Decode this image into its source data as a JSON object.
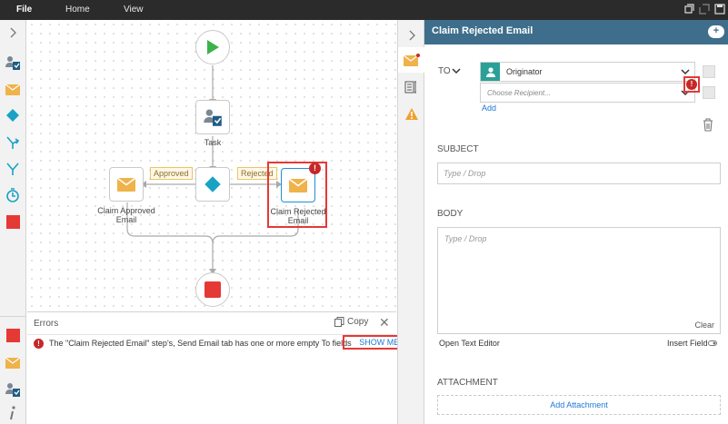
{
  "menu": {
    "file": "File",
    "home": "Home",
    "view": "View"
  },
  "canvas": {
    "nodes": {
      "task_label": "Task",
      "approved_email_label": "Claim Approved Email",
      "rejected_email_label": "Claim Rejected Email"
    },
    "paths": {
      "approved": "Approved",
      "rejected": "Rejected"
    }
  },
  "errors": {
    "title": "Errors",
    "copy_label": "Copy",
    "close_label": "✕",
    "error_icon": "!",
    "message": "The \"Claim Rejected Email\" step's, Send Email tab has one or more empty To fields",
    "show_me": "SHOW ME..."
  },
  "panel": {
    "title": "Claim Rejected Email",
    "pin_label": "+",
    "to_label": "TO",
    "recipient": "Originator",
    "recipient_placeholder": "Choose Recipient...",
    "add_label": "Add",
    "subject_label": "SUBJECT",
    "subject_placeholder": "Type / Drop",
    "body_label": "BODY",
    "body_placeholder": "Type / Drop",
    "clear_label": "Clear",
    "open_text_editor": "Open Text Editor",
    "insert_field": "Insert Field",
    "attachment_label": "ATTACHMENT",
    "add_attachment": "Add Attachment"
  },
  "colors": {
    "accent": "#3e6e8c",
    "error": "#c62828",
    "link": "#1e78d6",
    "start": "#3cb34a",
    "stop": "#e53935",
    "email": "#f0b24a",
    "decision": "#18a3c4"
  }
}
